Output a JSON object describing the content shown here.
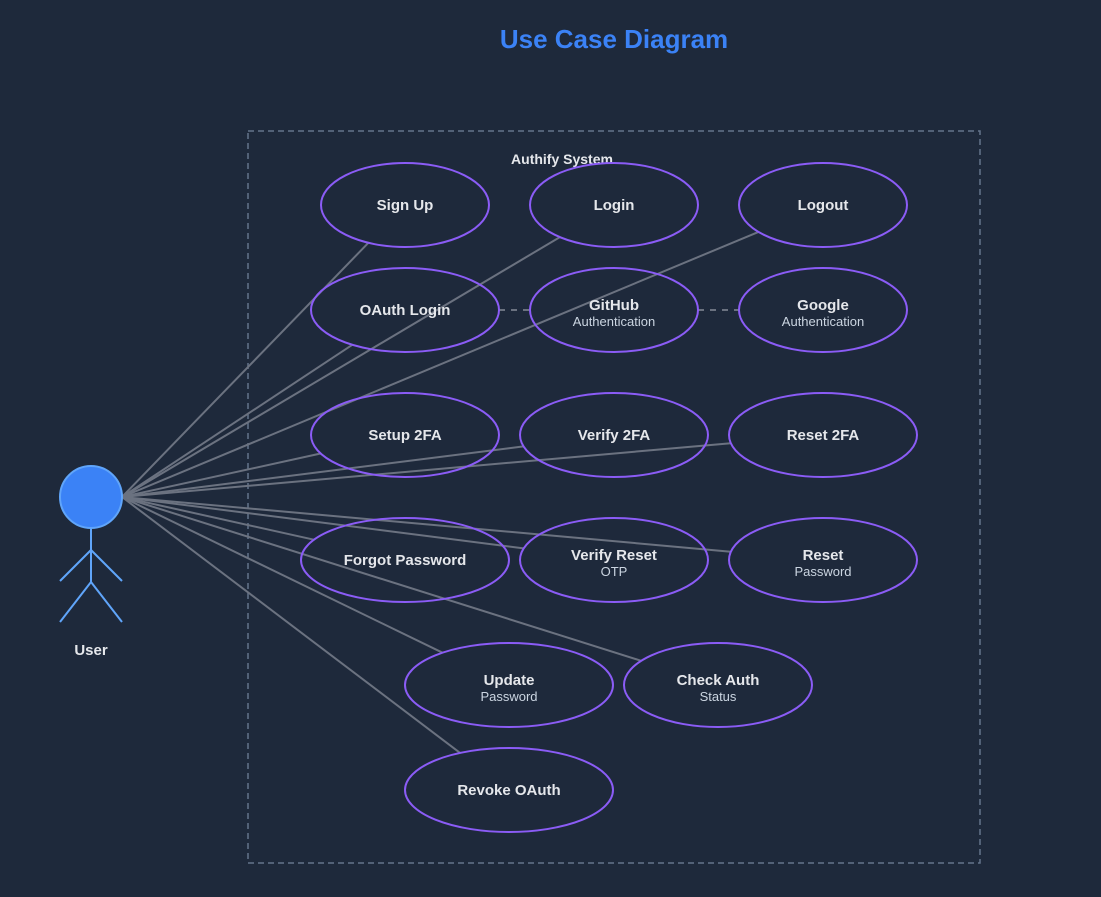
{
  "title": "Use Case Diagram",
  "system": {
    "label": "Authify System"
  },
  "actor": {
    "label": "User"
  },
  "colors": {
    "background": "#1e293b",
    "title": "#3b82f6",
    "text": "#e5e7eb",
    "subtext": "#cbd5e1",
    "ellipse_stroke": "#8b5cf6",
    "line": "#6b7280",
    "boundary": "#64748b",
    "actor_fill": "#3b82f6",
    "actor_stroke": "#60a5fa"
  },
  "use_cases": [
    {
      "id": "sign-up",
      "label": "Sign Up",
      "sub": ""
    },
    {
      "id": "login",
      "label": "Login",
      "sub": ""
    },
    {
      "id": "logout",
      "label": "Logout",
      "sub": ""
    },
    {
      "id": "oauth-login",
      "label": "OAuth Login",
      "sub": ""
    },
    {
      "id": "github-auth",
      "label": "GitHub",
      "sub": "Authentication"
    },
    {
      "id": "google-auth",
      "label": "Google",
      "sub": "Authentication"
    },
    {
      "id": "setup-2fa",
      "label": "Setup 2FA",
      "sub": ""
    },
    {
      "id": "verify-2fa",
      "label": "Verify 2FA",
      "sub": ""
    },
    {
      "id": "reset-2fa",
      "label": "Reset 2FA",
      "sub": ""
    },
    {
      "id": "forgot-password",
      "label": "Forgot Password",
      "sub": ""
    },
    {
      "id": "verify-reset-otp",
      "label": "Verify Reset",
      "sub": "OTP"
    },
    {
      "id": "reset-password",
      "label": "Reset",
      "sub": "Password"
    },
    {
      "id": "update-password",
      "label": "Update",
      "sub": "Password"
    },
    {
      "id": "check-auth-status",
      "label": "Check Auth",
      "sub": "Status"
    },
    {
      "id": "revoke-oauth",
      "label": "Revoke OAuth",
      "sub": ""
    }
  ],
  "associations": [
    "sign-up",
    "login",
    "logout",
    "oauth-login",
    "setup-2fa",
    "verify-2fa",
    "reset-2fa",
    "forgot-password",
    "verify-reset-otp",
    "reset-password",
    "update-password",
    "check-auth-status",
    "revoke-oauth"
  ],
  "extensions": [
    {
      "from": "oauth-login",
      "to": "github-auth"
    },
    {
      "from": "github-auth",
      "to": "google-auth"
    }
  ]
}
